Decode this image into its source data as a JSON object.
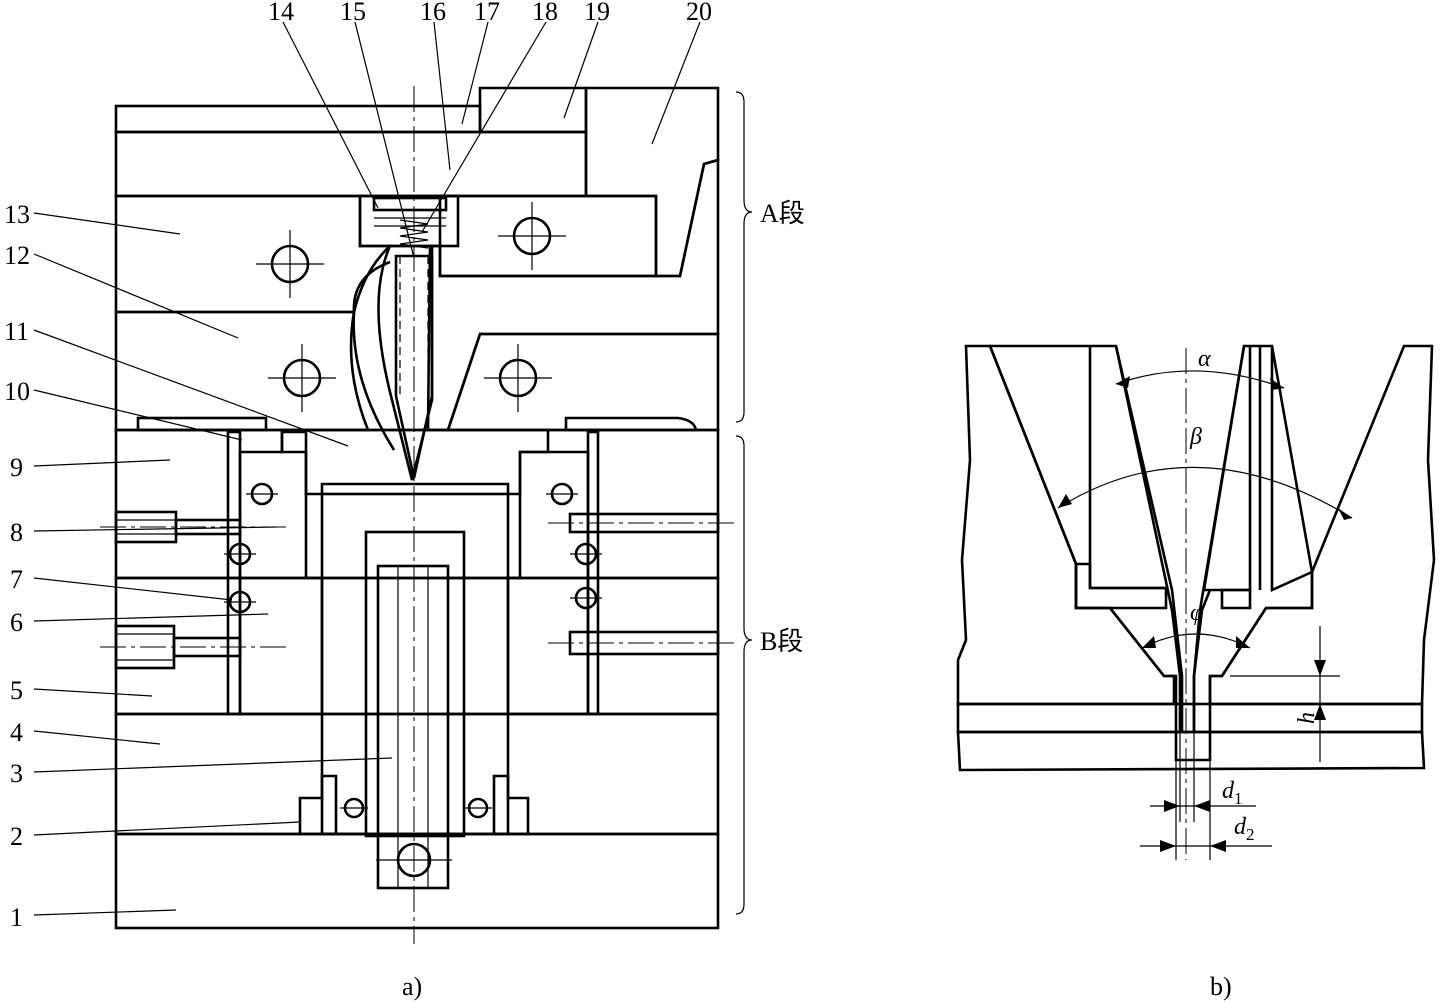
{
  "figure_a": {
    "part_numbers": [
      "1",
      "2",
      "3",
      "4",
      "5",
      "6",
      "7",
      "8",
      "9",
      "10",
      "11",
      "12",
      "13",
      "14",
      "15",
      "16",
      "17",
      "18",
      "19",
      "20"
    ],
    "section_a": "A段",
    "section_b": "B段",
    "caption": "a)"
  },
  "figure_b": {
    "alpha": "α",
    "beta": "β",
    "phi": "φ",
    "h": "h",
    "d1_main": "d",
    "d1_sub": "1",
    "d2_main": "d",
    "d2_sub": "2",
    "caption": "b)"
  }
}
